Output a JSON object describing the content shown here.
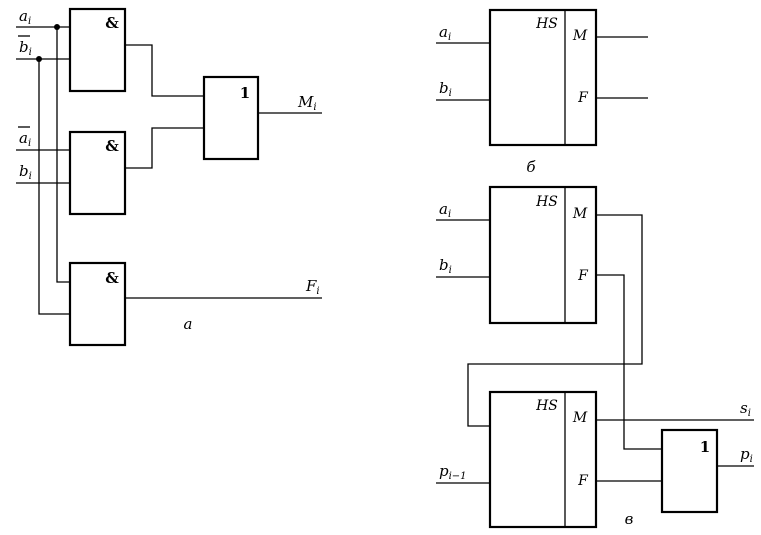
{
  "a": {
    "inputs": {
      "a1": {
        "base": "a",
        "sub": "i"
      },
      "b1": {
        "base": "b",
        "sub": "i"
      },
      "a2": {
        "base": "a",
        "sub": "i"
      },
      "b2": {
        "base": "b",
        "sub": "i"
      }
    },
    "gate_and_symbol": "&",
    "gate_or_symbol": "1",
    "out_m": {
      "base": "M",
      "sub": "i"
    },
    "out_f": {
      "base": "F",
      "sub": "i"
    },
    "caption": "а"
  },
  "b": {
    "in_a": {
      "base": "a",
      "sub": "i"
    },
    "in_b": {
      "base": "b",
      "sub": "i"
    },
    "hs": "HS",
    "out_m": "M",
    "out_f": "F",
    "caption": "б"
  },
  "v": {
    "hs1": {
      "hs": "HS",
      "in_a": {
        "base": "a",
        "sub": "i"
      },
      "in_b": {
        "base": "b",
        "sub": "i"
      },
      "out_m": "M",
      "out_f": "F"
    },
    "hs2": {
      "hs": "HS",
      "in_p": {
        "base": "p",
        "sub": "i−1"
      },
      "out_m": "M",
      "out_f": "F"
    },
    "or_symbol": "1",
    "out_s": {
      "base": "s",
      "sub": "i"
    },
    "out_p": {
      "base": "p",
      "sub": "i"
    },
    "caption": "в"
  }
}
